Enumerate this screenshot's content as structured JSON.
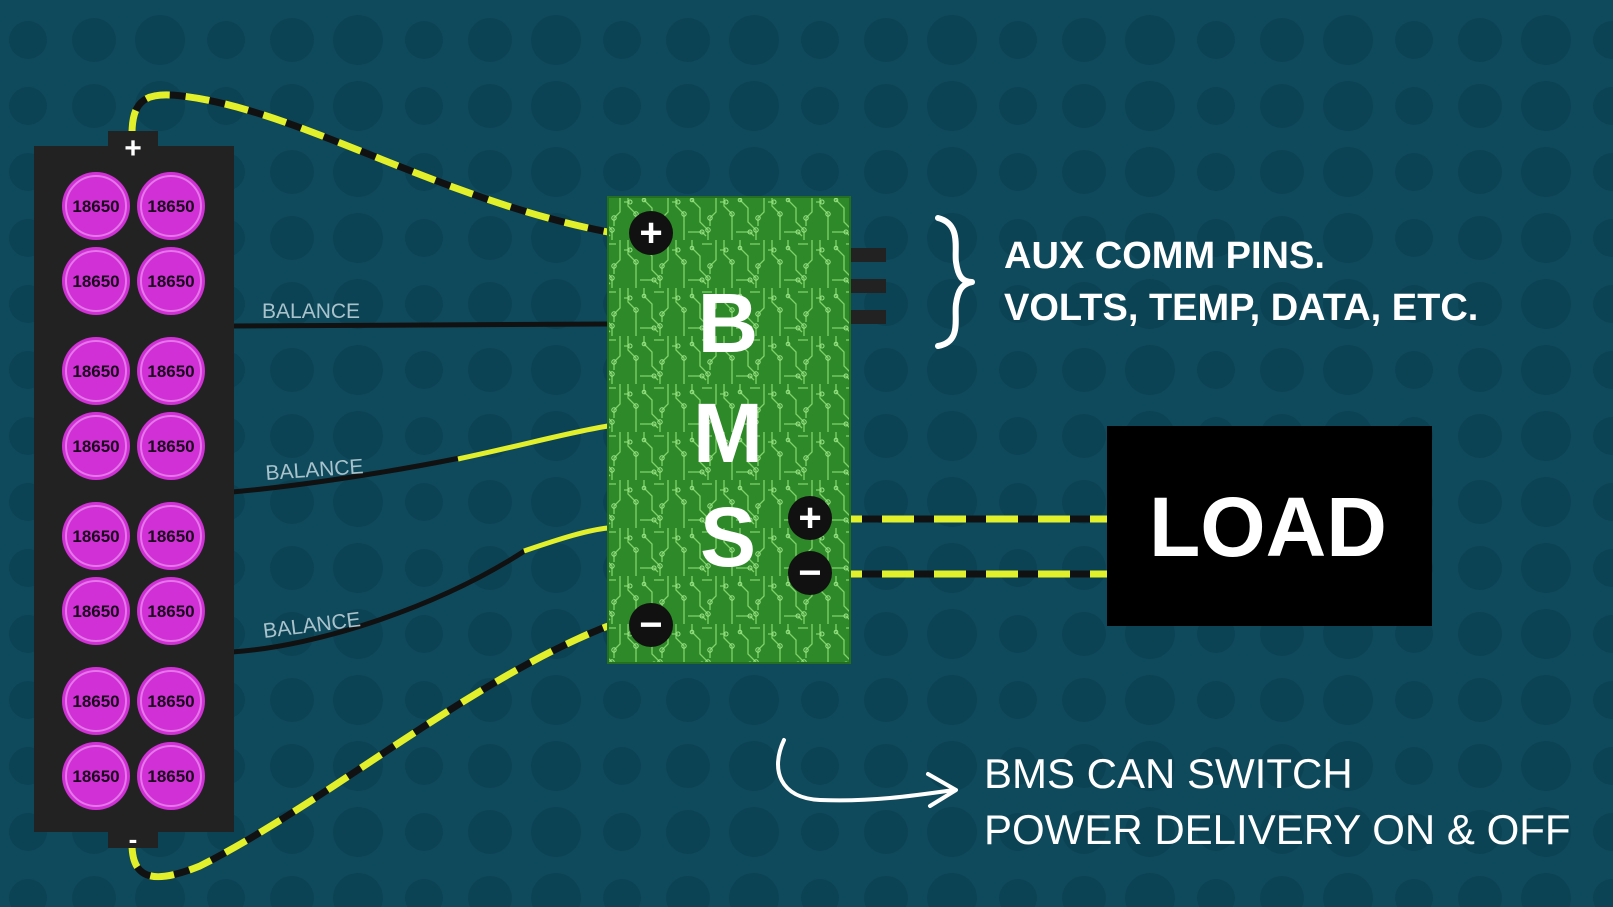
{
  "battery": {
    "cell_label": "18650",
    "cell_count": 16,
    "positive_symbol": "+",
    "negative_symbol": "-"
  },
  "balance_label": "BALANCE",
  "bms": {
    "letters": [
      "B",
      "M",
      "S"
    ],
    "positive_symbol": "+",
    "negative_symbol": "−"
  },
  "load": {
    "label": "LOAD"
  },
  "aux": {
    "line1": "AUX COMM PINS.",
    "line2": "VOLTS, TEMP, DATA, ETC."
  },
  "note": {
    "line1": "BMS CAN SWITCH",
    "line2": "POWER DELIVERY ON & OFF"
  },
  "colors": {
    "background": "#0f4a5c",
    "cell": "#d030d6",
    "pcb": "#2e8a28",
    "wire_yellow": "#e1f02a",
    "wire_black": "#111111",
    "text": "#ffffff",
    "balance_text": "#a9c3cc"
  }
}
